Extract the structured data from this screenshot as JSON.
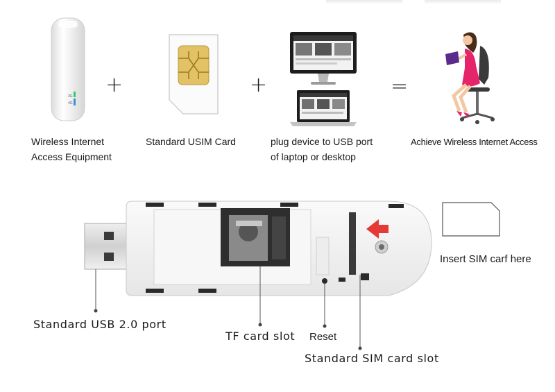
{
  "top_row": {
    "plus_1": "+",
    "plus_2": "+",
    "equals": "=",
    "item_1": {
      "line1": "Wireless Internet",
      "line2": "Access Equipment",
      "icon": "usb-modem-icon"
    },
    "item_2": {
      "line1": "Standard USIM Card",
      "icon": "sim-card-icon"
    },
    "item_3": {
      "line1": "plug device to USB port",
      "line2": "of laptop or desktop",
      "icon": "computer-icon"
    },
    "item_4": {
      "line1": "Achieve Wireless Internet Access",
      "icon": "woman-with-laptop-icon"
    }
  },
  "bottom": {
    "label_usb": "Standard USB 2.0 port",
    "label_tf": "TF card slot",
    "label_reset": "Reset",
    "label_sim_slot": "Standard SIM card slot",
    "label_insert": "Insert SIM carf here"
  },
  "colors": {
    "arrow": "#e53935",
    "sim_gold": "#e3c265",
    "dress": "#e6246a",
    "device_body": "#f4f4f4"
  }
}
